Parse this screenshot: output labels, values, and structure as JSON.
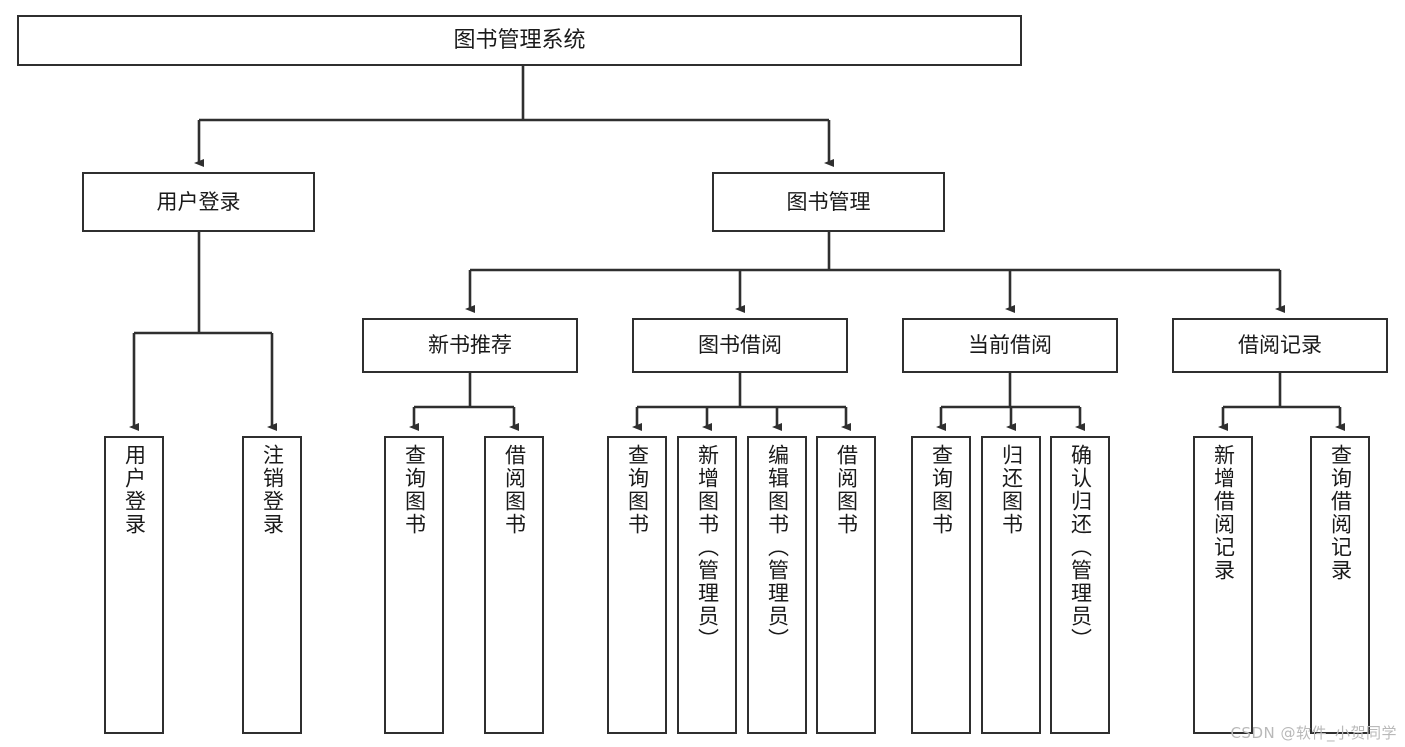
{
  "diagram": {
    "title": "图书管理系统",
    "type": "tree",
    "watermark": "CSDN @软件_小贺同学",
    "colors": {
      "node_border": "#2f2f2f",
      "node_fill": "#ffffff",
      "edge": "#2f2f2f",
      "text": "#1a1a1a",
      "watermark": "#b9b9b9",
      "background": "#ffffff"
    },
    "nodes": {
      "root": {
        "label": "图书管理系统"
      },
      "level1": [
        {
          "label": "用户登录"
        },
        {
          "label": "图书管理"
        }
      ],
      "level2": [
        {
          "label": "新书推荐"
        },
        {
          "label": "图书借阅"
        },
        {
          "label": "当前借阅"
        },
        {
          "label": "借阅记录"
        }
      ],
      "leaves_user_login": [
        {
          "label": "用户登录"
        },
        {
          "label": "注销登录"
        }
      ],
      "leaves_new_books": [
        {
          "label": "查询图书"
        },
        {
          "label": "借阅图书"
        }
      ],
      "leaves_borrow": [
        {
          "label": "查询图书"
        },
        {
          "label": "新增图书（管理员）"
        },
        {
          "label": "编辑图书（管理员）"
        },
        {
          "label": "借阅图书"
        }
      ],
      "leaves_current": [
        {
          "label": "查询图书"
        },
        {
          "label": "归还图书"
        },
        {
          "label": "确认归还（管理员）"
        }
      ],
      "leaves_records": [
        {
          "label": "新增借阅记录"
        },
        {
          "label": "查询借阅记录"
        }
      ]
    }
  }
}
